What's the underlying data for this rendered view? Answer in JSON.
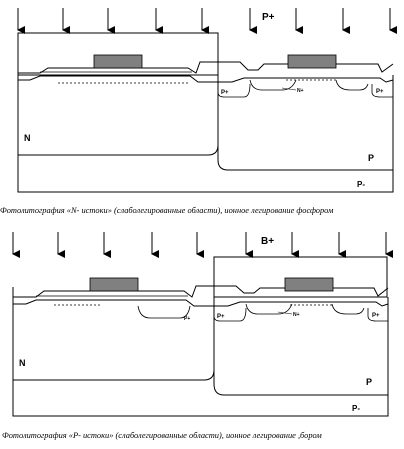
{
  "panel_top": {
    "implant_label": "P+",
    "labels": {
      "n_well": "N",
      "p_well": "P",
      "substrate": "P-",
      "p_plus_left": "P+",
      "n_plus": "N+",
      "p_plus_right": "P+"
    },
    "caption": "Фотолитография «N- истоки» (слаболегированные области), ионное легирование фосфором"
  },
  "panel_bottom": {
    "implant_label": "B+",
    "labels": {
      "n_well": "N",
      "p_well": "P",
      "substrate": "P-",
      "p_plus_small": "P+",
      "p_plus_left": "P+",
      "n_plus": "N+",
      "p_plus_right": "P+"
    },
    "caption": "Фотолитография «P- истоки» (слаболегированные области), ионное легирование ,бором"
  },
  "colors": {
    "line": "#000000",
    "gate": "#808080",
    "background": "#ffffff"
  }
}
